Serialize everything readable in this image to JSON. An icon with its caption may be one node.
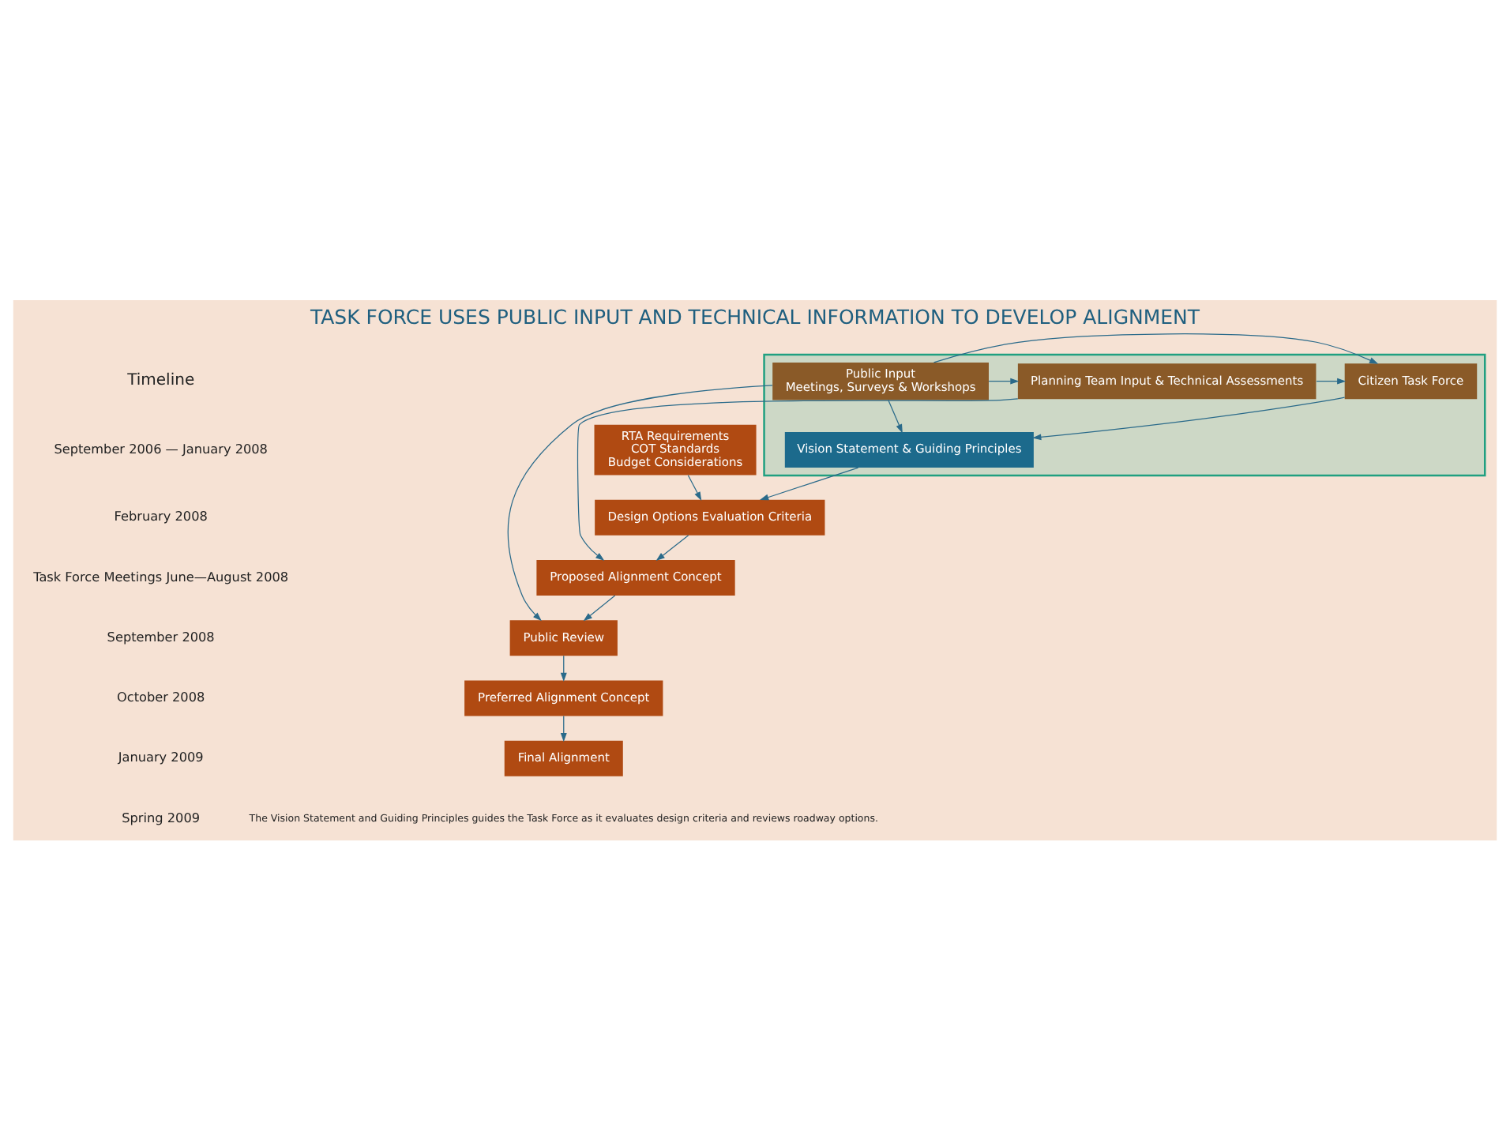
{
  "diagram": {
    "title": "TASK FORCE USES PUBLIC INPUT AND TECHNICAL INFORMATION TO DEVELOP ALIGNMENT",
    "caption": "The Vision Statement and Guiding Principles guides the Task Force as it evaluates design criteria and reviews roadway options.",
    "nodes": [
      {
        "text": [],
        "shape": "box"
      },
      {
        "text": [
          "Public Input",
          "Meetings, Surveys & Workshops"
        ],
        "in": 0
      },
      {
        "text": [
          "Citizen Task Force"
        ],
        "in": 0
      },
      {
        "text": [
          "Planning Team Input & Technical Assessments"
        ],
        "in": 0
      },
      {
        "text": [
          "Vision Statement & Guiding Principles"
        ],
        "in": 0
      },
      {
        "text": [
          "RTA Requirements",
          "COT Standards",
          "Budget Considerations"
        ]
      },
      {
        "text": [
          "Design Options Evaluation Criteria"
        ]
      },
      {
        "text": [
          "Proposed Alignment Concept"
        ]
      },
      {
        "text": [
          "Public Review"
        ]
      },
      {
        "text": [
          "Preferred Alignment Concept"
        ]
      },
      {
        "text": [
          "Final Alignment"
        ]
      }
    ],
    "edges": [
      {
        "from": 1,
        "to": 3,
        "arrow": "to"
      },
      {
        "from": 1,
        "to": 2,
        "arrow": "to"
      },
      {
        "from": 3,
        "to": 2,
        "arrow": "to"
      },
      {
        "from": 2,
        "to": 4,
        "arrow": "to"
      },
      {
        "from": 1,
        "to": 4,
        "arrow": "to"
      },
      {
        "from": 4,
        "to": 6,
        "arrow": "to"
      },
      {
        "from": 5,
        "to": 6,
        "arrow": "to"
      },
      {
        "from": 3,
        "to": 7,
        "arrow": "to"
      },
      {
        "from": 6,
        "to": 7,
        "arrow": "to"
      },
      {
        "from": 7,
        "to": 8,
        "arrow": "to"
      },
      {
        "from": 1,
        "to": 8,
        "arrow": "to"
      },
      {
        "from": 8,
        "to": 9,
        "arrow": "to"
      },
      {
        "from": 9,
        "to": 10,
        "arrow": "to"
      }
    ],
    "labels": [
      "Timeline",
      "September 2006 — January 2008",
      "February 2008",
      "Task Force Meetings June—August 2008",
      "September 2008",
      "October 2008",
      "January 2009",
      "Spring 2009"
    ]
  }
}
